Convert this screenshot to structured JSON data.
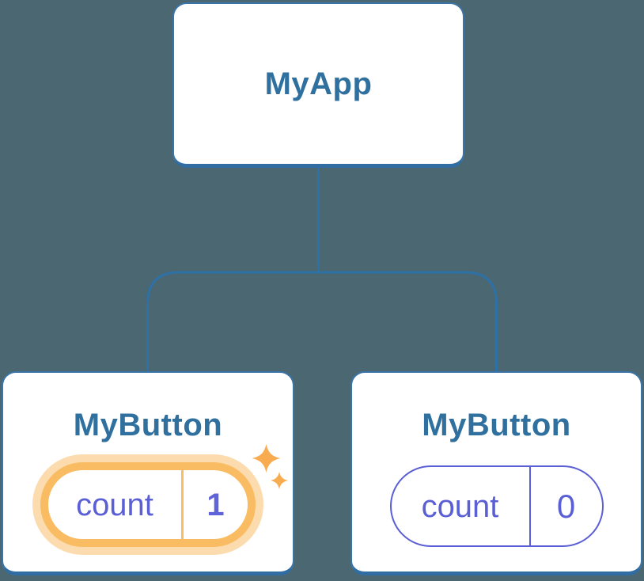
{
  "tree": {
    "root": {
      "label": "MyApp"
    },
    "children": [
      {
        "label": "MyButton",
        "pill": {
          "key": "count",
          "value": "1"
        },
        "highlighted": true
      },
      {
        "label": "MyButton",
        "pill": {
          "key": "count",
          "value": "0"
        },
        "highlighted": false
      }
    ]
  },
  "icons": {
    "sparkles": "sparkles-icon (two four-point stars marking updated state)"
  },
  "colors": {
    "background": "#4B6771",
    "connector": "#2D71A6",
    "node_fill": "#FFFFFF",
    "node_border": "#3B74A6",
    "node_border_bottom": "#2F6DA2",
    "title_text": "#30709F",
    "state_indigo": "#5B5FD6",
    "state_value_bold": "#5E63D9",
    "highlight_orange": "#F9BC62",
    "highlight_halo": "#FCDCAE",
    "sparkle_orange": "#F8AC4F"
  }
}
